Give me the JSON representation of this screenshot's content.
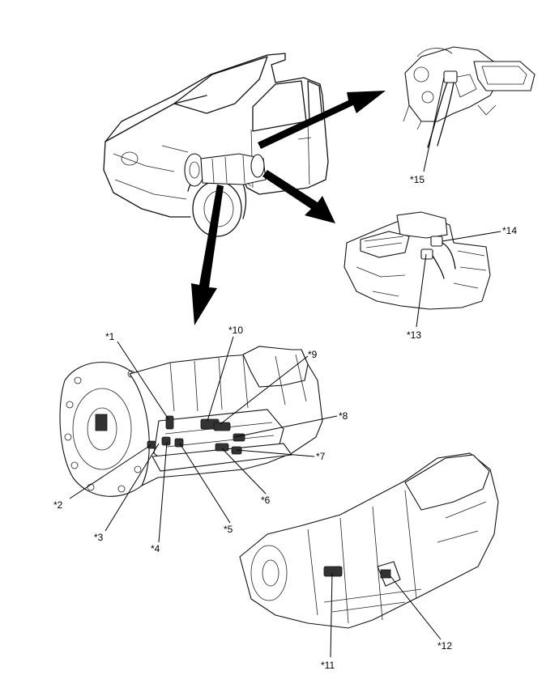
{
  "callouts": [
    {
      "id": "c1",
      "text": "*1"
    },
    {
      "id": "c2",
      "text": "*2"
    },
    {
      "id": "c3",
      "text": "*3"
    },
    {
      "id": "c4",
      "text": "*4"
    },
    {
      "id": "c5",
      "text": "*5"
    },
    {
      "id": "c6",
      "text": "*6"
    },
    {
      "id": "c7",
      "text": "*7"
    },
    {
      "id": "c8",
      "text": "*8"
    },
    {
      "id": "c9",
      "text": "*9"
    },
    {
      "id": "c10",
      "text": "*10"
    },
    {
      "id": "c11",
      "text": "*11"
    },
    {
      "id": "c12",
      "text": "*12"
    },
    {
      "id": "c13",
      "text": "*13"
    },
    {
      "id": "c14",
      "text": "*14"
    },
    {
      "id": "c15",
      "text": "*15"
    }
  ],
  "colors": {
    "line": "#111111",
    "background": "#ffffff"
  }
}
